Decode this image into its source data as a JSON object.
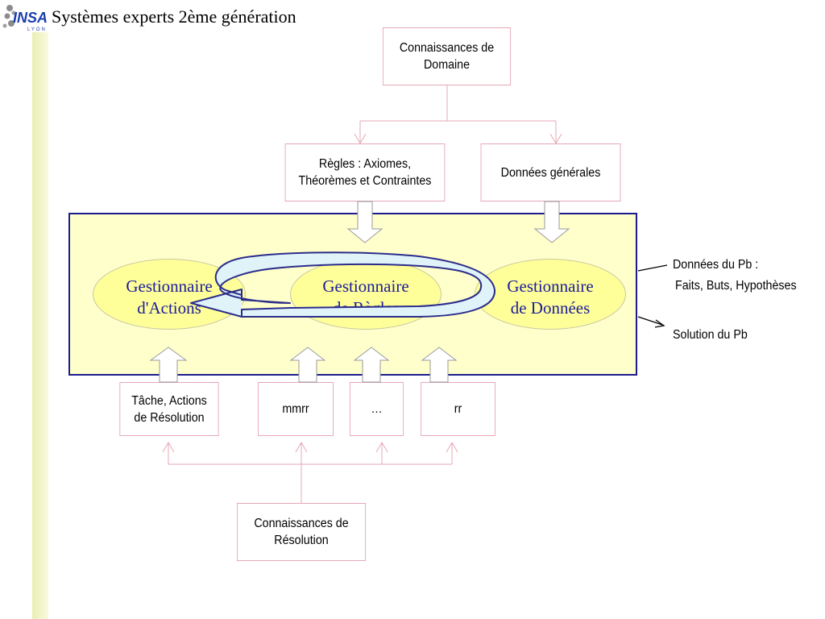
{
  "title": "Systèmes experts 2ème génération",
  "logo": {
    "text": "INSA",
    "subtext": "LYON",
    "icon": "insa-lyon-logo"
  },
  "boxes": {
    "domain_knowledge": "Connaissances de\nDomaine",
    "rules": "Règles : Axiomes,\nThéorèmes et Contraintes",
    "general_data": "Données générales",
    "task_actions": "Tâche, Actions\nde Résolution",
    "mmrr": "mmrr",
    "ellipsis": "…",
    "rr": "rr",
    "resolution_knowledge": "Connaissances de\nRésolution"
  },
  "managers": {
    "actions": "Gestionnaire\nd'Actions",
    "rules": "Gestionnaire\nde Règles",
    "data": "Gestionnaire\nde Données"
  },
  "outputs": {
    "problem_data_title": "Données du Pb :",
    "problem_data_detail": "Faits, Buts, Hypothèses",
    "solution": "Solution du Pb"
  },
  "colors": {
    "box_border": "#e6a8b6",
    "panel_fill": "#ffffcc",
    "panel_border": "#1c1c8c",
    "ellipse_fill": "#ffff99",
    "manager_text": "#1c1c9c",
    "cycle_arrow_fill": "#dff3f8"
  }
}
